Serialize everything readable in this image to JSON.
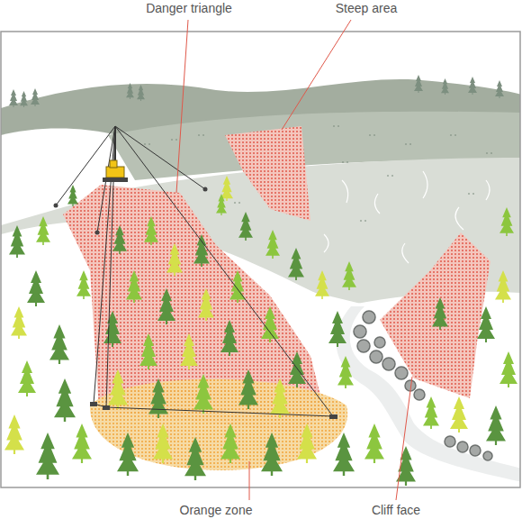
{
  "diagram": {
    "labels": [
      "Danger triangle",
      "Steep area",
      "Orange zone",
      "Cliff face"
    ]
  }
}
